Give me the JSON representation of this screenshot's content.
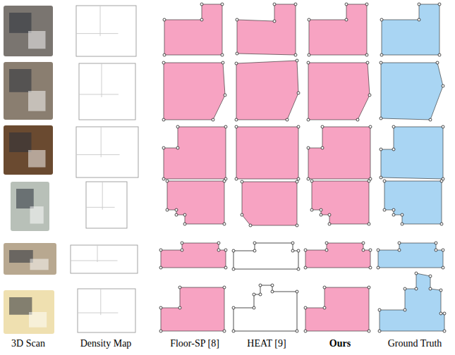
{
  "diagram": {
    "labels": [
      "3D Scan",
      "Density Map",
      "Floor-SP [8]",
      "HEAT [9]",
      "Ours",
      "Ground Truth"
    ]
  }
}
